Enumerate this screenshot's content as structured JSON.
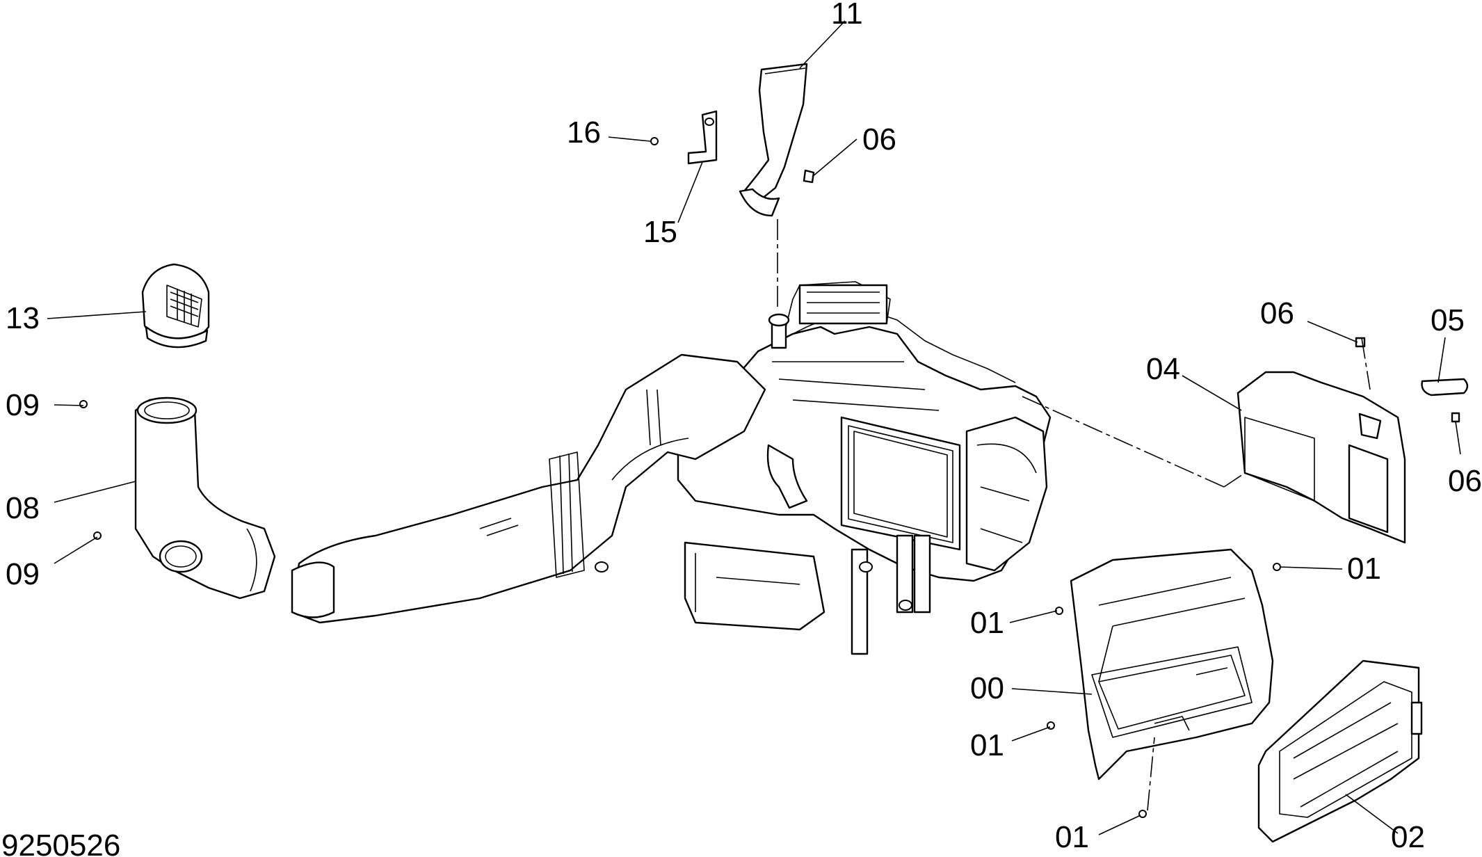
{
  "drawing_number": "9250526",
  "callouts": [
    {
      "id": "11",
      "text": "11"
    },
    {
      "id": "16",
      "text": "16"
    },
    {
      "id": "06-top",
      "text": "06"
    },
    {
      "id": "15",
      "text": "15"
    },
    {
      "id": "13",
      "text": "13"
    },
    {
      "id": "09-top",
      "text": "09"
    },
    {
      "id": "08",
      "text": "08"
    },
    {
      "id": "09-bottom",
      "text": "09"
    },
    {
      "id": "06-right-top",
      "text": "06"
    },
    {
      "id": "05",
      "text": "05"
    },
    {
      "id": "04",
      "text": "04"
    },
    {
      "id": "06-right-bottom",
      "text": "06"
    },
    {
      "id": "01-right",
      "text": "01"
    },
    {
      "id": "01-upper-left",
      "text": "01"
    },
    {
      "id": "00",
      "text": "00"
    },
    {
      "id": "01-lower-left",
      "text": "01"
    },
    {
      "id": "01-bottom",
      "text": "01"
    },
    {
      "id": "02",
      "text": "02"
    }
  ]
}
